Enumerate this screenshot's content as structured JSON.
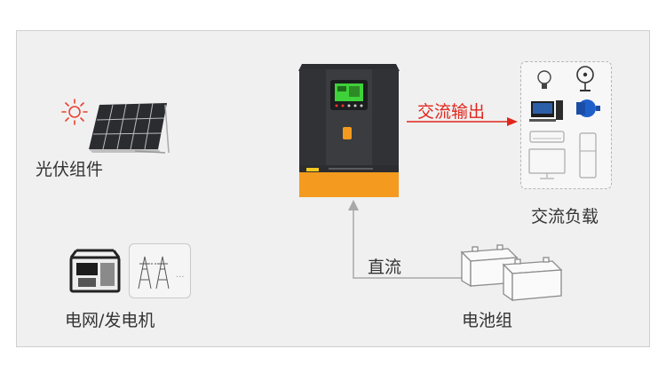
{
  "labels": {
    "pv_modules": "光伏组件",
    "ac_output": "交流输出",
    "ac_load": "交流负载",
    "grid_generator": "电网/发电机",
    "direct_current": "直流",
    "battery_bank": "电池组"
  },
  "colors": {
    "panel_bg": "#f0f0f0",
    "output_arrow": "#e0261c",
    "dc_arrow": "#a8a8a8",
    "inverter_orange": "#f39a1f",
    "inverter_dark": "#3a3c3f",
    "lcd_green": "#3fd13a"
  },
  "icons": [
    "sun-icon",
    "solar-panel-icon",
    "inverter-icon",
    "lightbulb-icon",
    "fan-icon",
    "computer-icon",
    "motor-icon",
    "air-conditioner-icon",
    "refrigerator-icon",
    "tv-icon",
    "generator-icon",
    "power-tower-icon",
    "battery-icon"
  ]
}
